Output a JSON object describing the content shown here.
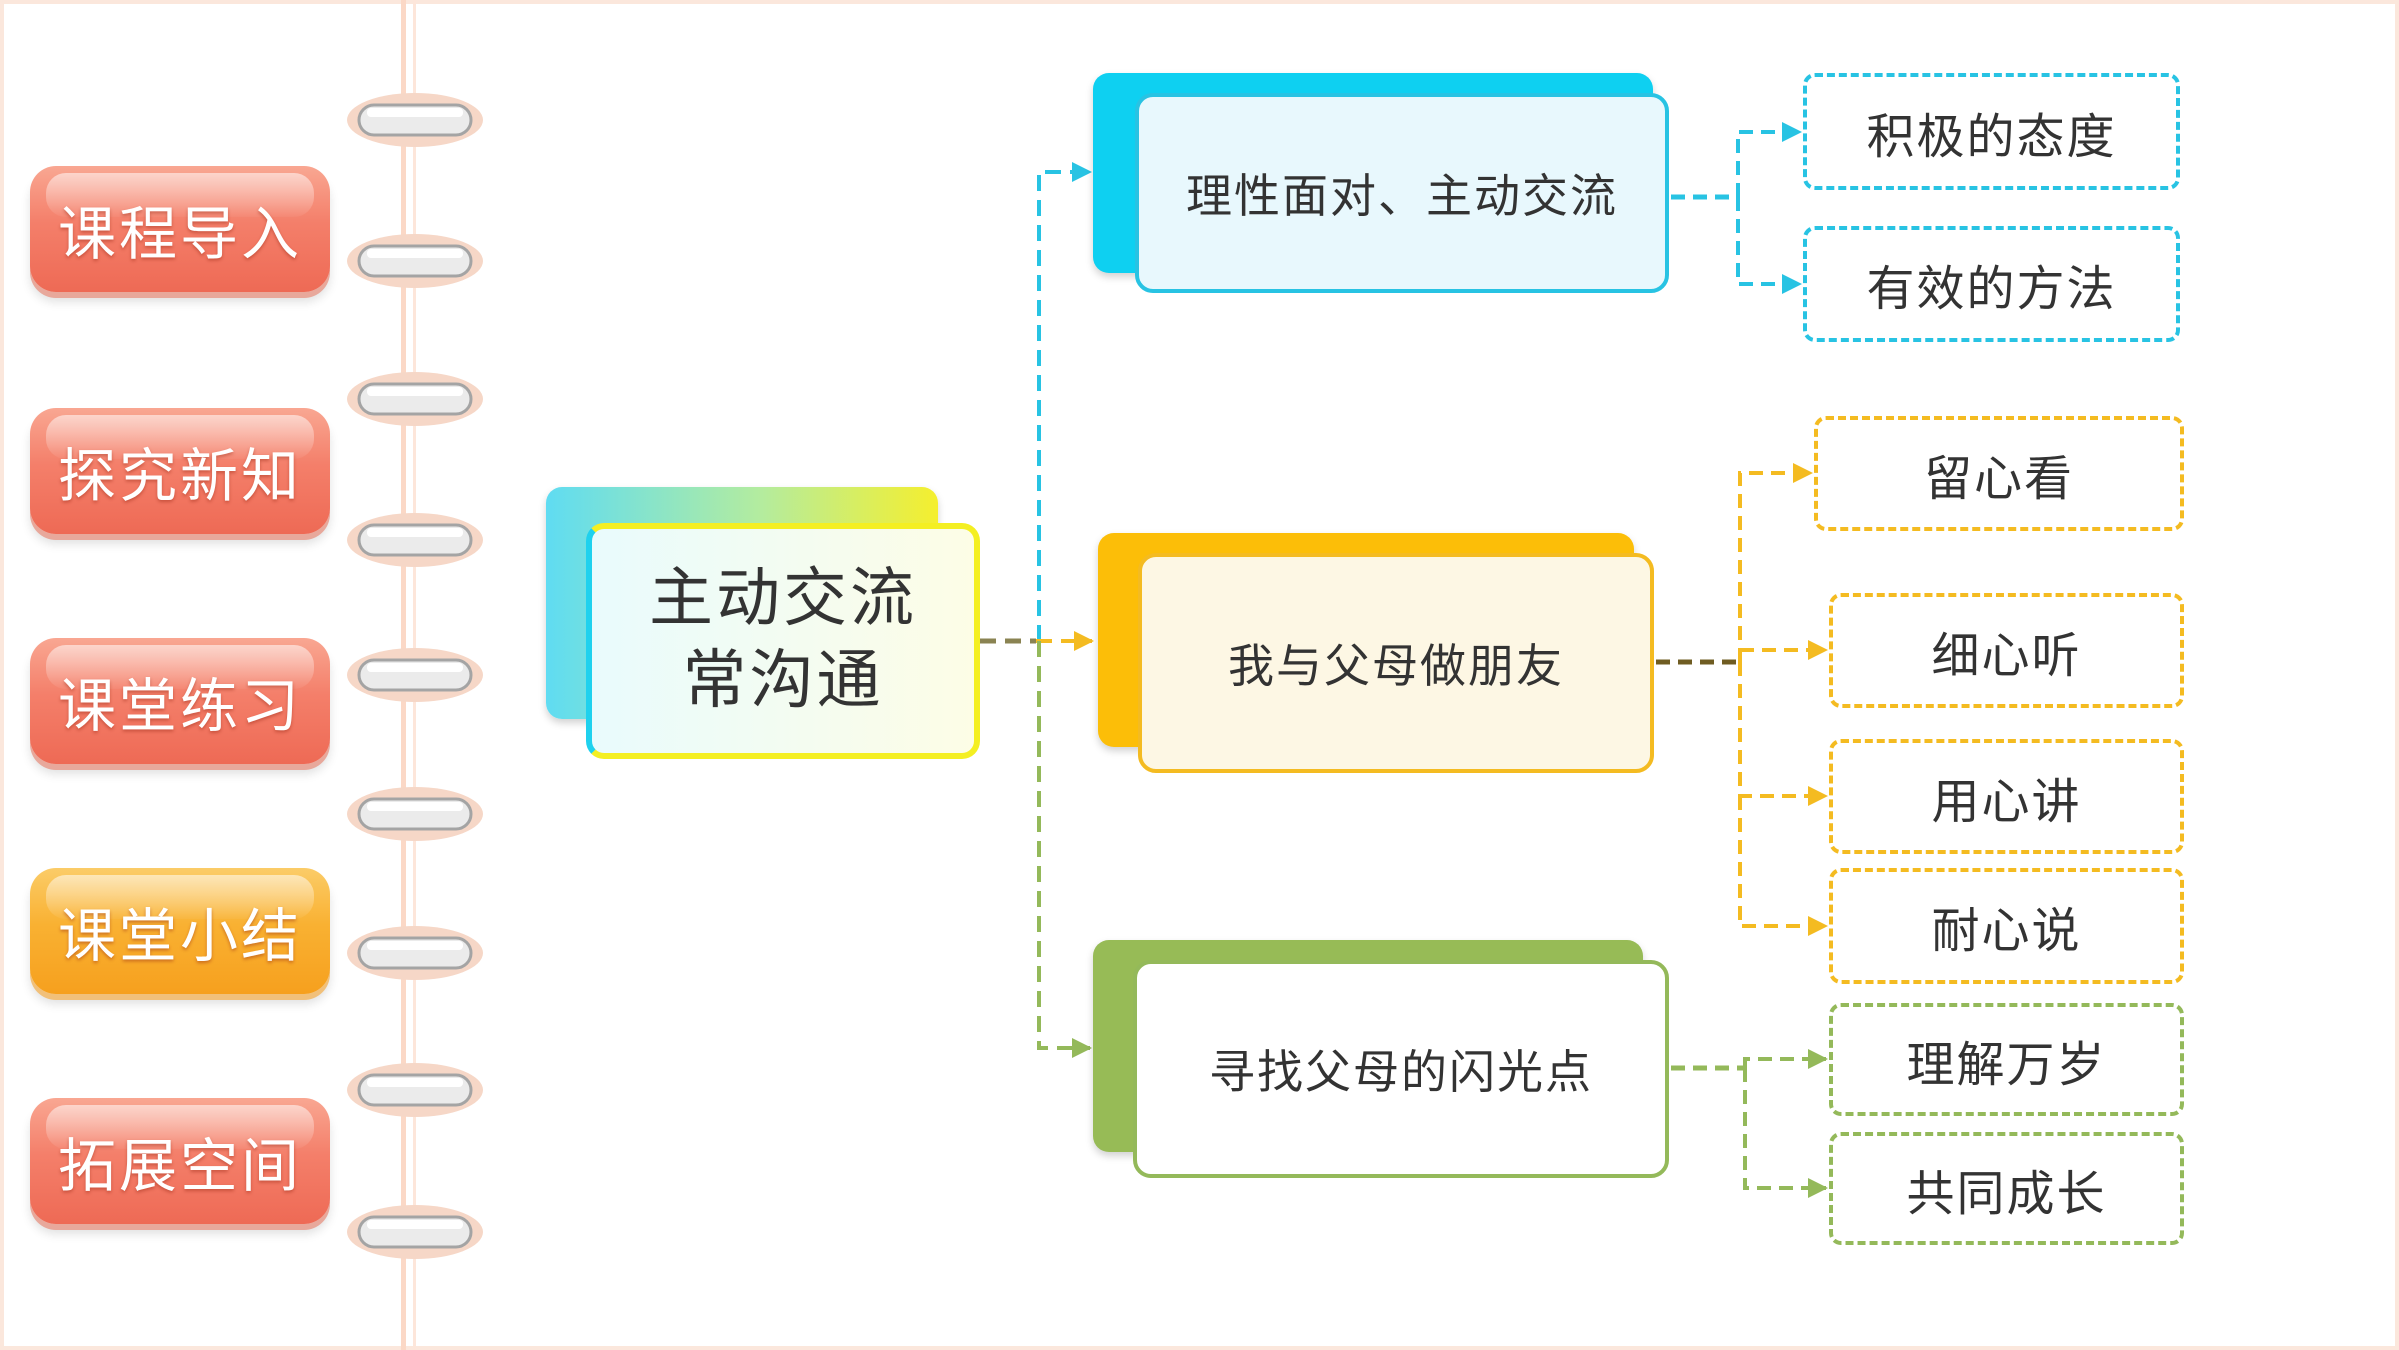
{
  "nav": {
    "items": [
      {
        "label": "课程导入",
        "style": "red"
      },
      {
        "label": "探究新知",
        "style": "red"
      },
      {
        "label": "课堂练习",
        "style": "red"
      },
      {
        "label": "课堂小结",
        "style": "orange"
      },
      {
        "label": "拓展空间",
        "style": "red"
      }
    ]
  },
  "mindmap": {
    "center": {
      "line1": "主动交流",
      "line2": "常沟通"
    },
    "branches": [
      {
        "label": "理性面对、主动交流",
        "color": "#1ccfee",
        "leaves": [
          "积极的态度",
          "有效的方法"
        ]
      },
      {
        "label": "我与父母做朋友",
        "color": "#fbbf0d",
        "leaves": [
          "留心看",
          "细心听",
          "用心讲",
          "耐心说"
        ]
      },
      {
        "label": "寻找父母的闪光点",
        "color": "#97bb56",
        "leaves": [
          "理解万岁",
          "共同成长"
        ]
      }
    ]
  },
  "colors": {
    "cyan": "#28c3e3",
    "gold": "#f4bb21",
    "green": "#94b95a",
    "nav_red": "#f47f6a",
    "nav_orange": "#f9b132"
  }
}
